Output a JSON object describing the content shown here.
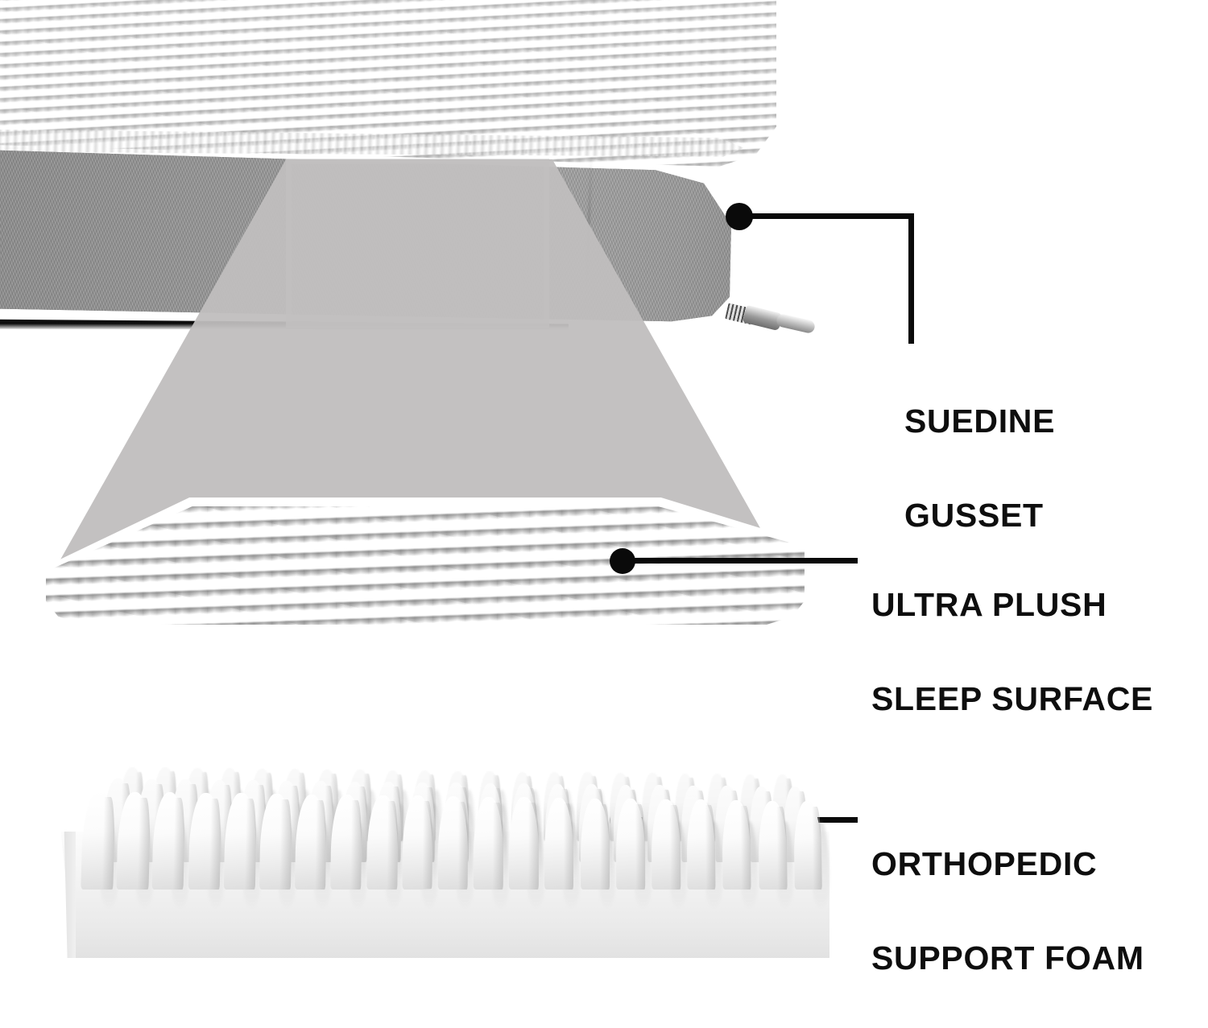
{
  "product_graphic": {
    "title": "Orthopedic Pet Bed Construction Callout",
    "background_color": "#ffffff",
    "accent_color": "#0a0a0a"
  },
  "callouts": [
    {
      "id": "suedine-gusset",
      "label": "SUEDINE\nGUSSET",
      "line_1": "SUEDINE",
      "line_2": "GUSSET",
      "leader": "elbow",
      "dot_color": "#0a0a0a"
    },
    {
      "id": "ultra-plush-sleep-surface",
      "label": "ULTRA PLUSH\nSLEEP SURFACE",
      "line_1": "ULTRA PLUSH",
      "line_2": "SLEEP SURFACE",
      "leader": "straight",
      "dot_color": "#0a0a0a"
    },
    {
      "id": "orthopedic-support-foam",
      "label": "ORTHOPEDIC\nSUPPORT FOAM",
      "line_1": "ORTHOPEDIC",
      "line_2": "SUPPORT FOAM",
      "leader": "straight",
      "dot_color": "#0a0a0a"
    }
  ],
  "components": {
    "plush_top": {
      "name": "ultra-plush-fur-top",
      "color": "#d8d8d8"
    },
    "gusset_band": {
      "name": "suedine-gusset-band",
      "color": "#919191"
    },
    "zipper": {
      "name": "zipper-pull",
      "color": "#b4b4b4"
    },
    "highlight_region": {
      "name": "magnifier-source-rectangle",
      "color": "#cdcdcd"
    },
    "magnifier_cone": {
      "name": "magnifier-cone",
      "color": "#c0bebe"
    },
    "magnified_fur": {
      "name": "magnified-plush-detail",
      "color": "#d4d4d4"
    },
    "support_foam": {
      "name": "egg-crate-orthopedic-foam",
      "color": "#f7f7f7",
      "peak_count": 21
    }
  }
}
